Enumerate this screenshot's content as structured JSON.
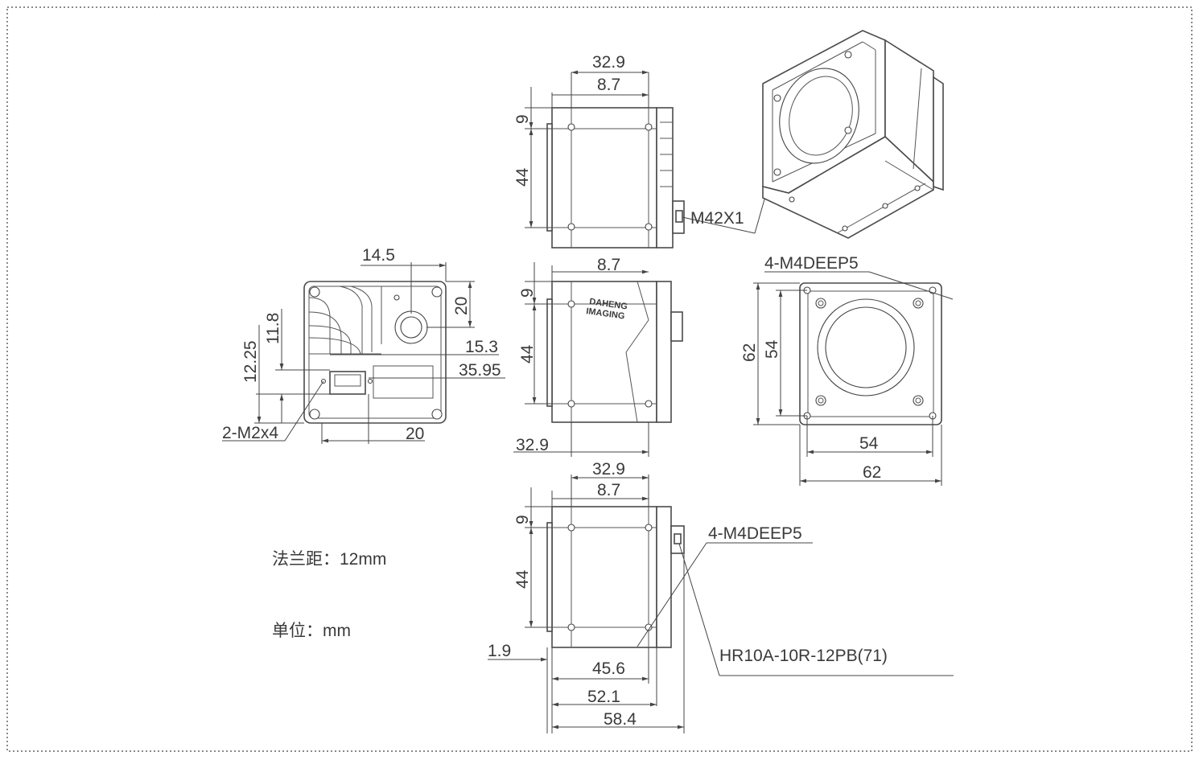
{
  "views": {
    "top_side": {
      "dims": {
        "w_top": "32.9",
        "w_inner": "8.7",
        "h_top": "9",
        "h_mid": "44"
      },
      "connector_label": "M42X1"
    },
    "middle_side": {
      "dims": {
        "w_inner": "8.7",
        "h_top": "9",
        "h_mid": "44",
        "w_bottom": "32.9"
      },
      "logo_line1": "DAHENG",
      "logo_line2": "IMAGING"
    },
    "bottom_side": {
      "dims": {
        "w_top": "32.9",
        "w_inner": "8.7",
        "h_top": "9",
        "h_mid": "44",
        "offset": "1.9",
        "len1": "45.6",
        "len2": "52.1",
        "len3": "58.4"
      },
      "thread_label": "4-M4DEEP5",
      "connector_label": "HR10A-10R-12PB(71)"
    },
    "rear": {
      "dims": {
        "top_offset": "14.5",
        "right_h": "20",
        "h1": "11.8",
        "h2": "12.25",
        "d1": "15.3",
        "d2": "35.95",
        "bottom_w": "20"
      },
      "screw_label": "2-M2x4"
    },
    "front": {
      "dims": {
        "h_outer": "62",
        "h_inner": "54",
        "w_inner": "54",
        "w_outer": "62"
      },
      "thread_label": "4-M4DEEP5"
    }
  },
  "notes": {
    "flange": "法兰距：12mm",
    "unit": "单位：mm"
  }
}
